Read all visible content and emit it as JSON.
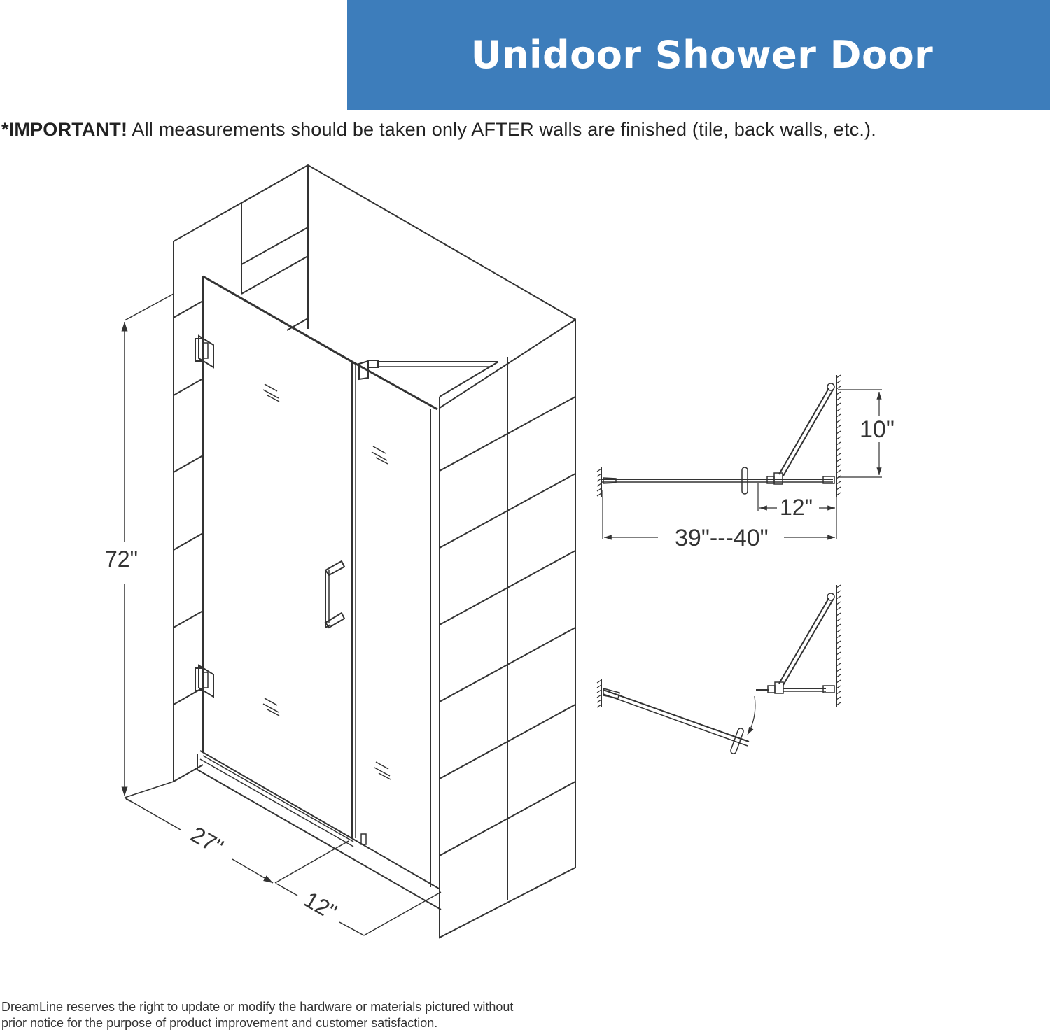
{
  "header": {
    "title": "Unidoor Shower Door",
    "banner_color": "#3d7dbb"
  },
  "notice": {
    "emphasis": "*IMPORTANT!",
    "text": " All measurements should be taken only AFTER walls are finished (tile, back walls, etc.)."
  },
  "diagram": {
    "iso_view": {
      "height_label": "72\"",
      "door_width_label": "27\"",
      "panel_width_label": "12\""
    },
    "top_view_closed": {
      "bracket_height_label": "10\"",
      "panel_width_label": "12\"",
      "total_width_label": "39\"---40\""
    },
    "top_view_open": {
      "description": "door swung outward"
    }
  },
  "footer": {
    "line1": "DreamLine reserves the right to update or modify the hardware or materials pictured without",
    "line2": "prior notice for the purpose of product improvement and customer satisfaction."
  }
}
